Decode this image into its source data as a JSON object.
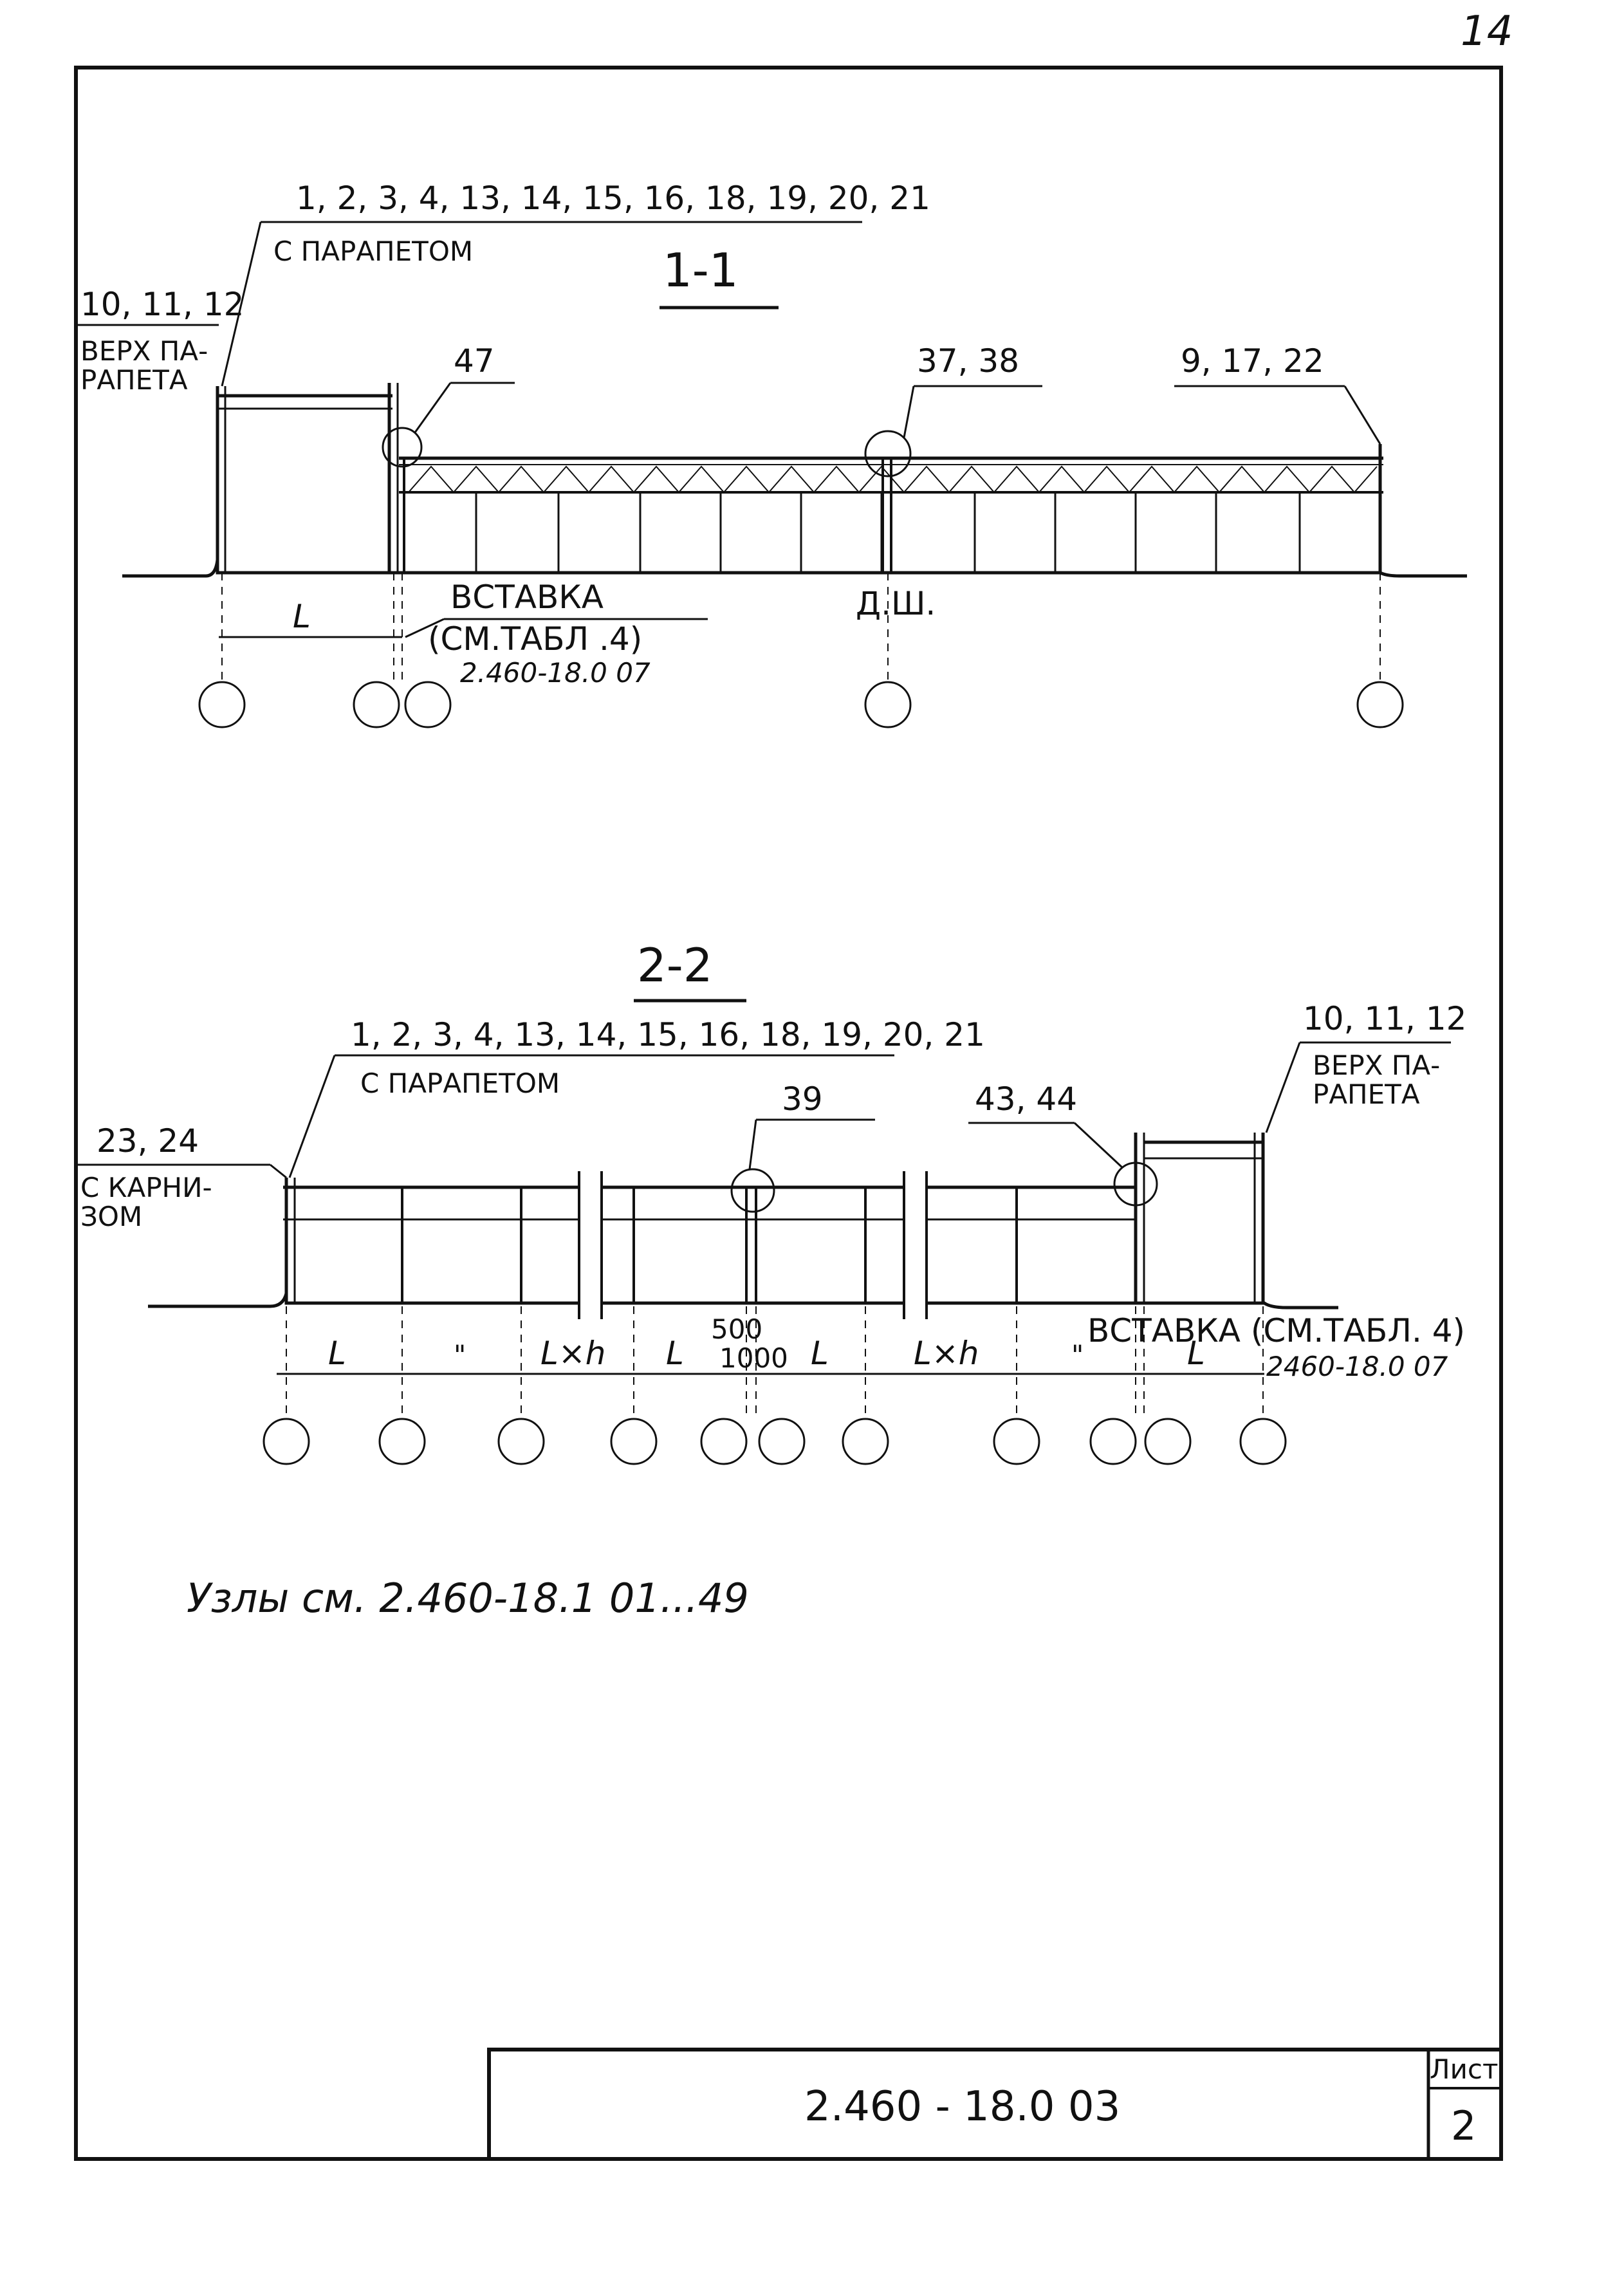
{
  "page_number": "14",
  "section_1": {
    "title": "1-1",
    "leader_parapet_nodes": "1, 2, 3, 4,  13, 14, 15, 16, 18, 19, 20, 21",
    "leader_parapet_text": "С ПАРАПЕТОМ",
    "parapet_top_nodes": "10, 11, 12",
    "parapet_top_text_1": "ВЕРХ ПА-",
    "parapet_top_text_2": "РАПЕТА",
    "node_47": "47",
    "node_37_38": "37, 38",
    "node_9_17_22": "9, 17, 22",
    "span_label": "L",
    "insert_text": "ВСТАВКА",
    "insert_ref": "(СМ.ТАБЛ .4)",
    "insert_code": "2.460-18.0 07",
    "joint_text": "Д.Ш."
  },
  "section_2": {
    "title": "2-2",
    "leader_parapet_nodes": "1, 2, 3, 4, 13, 14, 15, 16, 18, 19, 20, 21",
    "leader_parapet_text": "С ПАРАПЕТОМ",
    "cornice_nodes": "23, 24",
    "cornice_text_1": "С КАРНИ-",
    "cornice_text_2": "ЗОМ",
    "node_39": "39",
    "node_43_44": "43, 44",
    "parapet_top_nodes": "10, 11, 12",
    "parapet_top_text_1": "ВЕРХ  ПА-",
    "parapet_top_text_2": "РАПЕТА",
    "dim_500": "500",
    "dim_1000": "1000",
    "dims": [
      "L",
      "\"",
      "L×h",
      "L",
      "L",
      "L×h",
      "\"",
      "L"
    ],
    "insert_text": "ВСТАВКА (СМ.ТАБЛ. 4)",
    "insert_code": "2460-18.0 07"
  },
  "nodes_note": "Узлы  см.  2.460-18.1  01...49",
  "title_block": {
    "doc_code": "2.460 - 18.0  03",
    "sheet_label": "Лист",
    "sheet_number": "2"
  }
}
